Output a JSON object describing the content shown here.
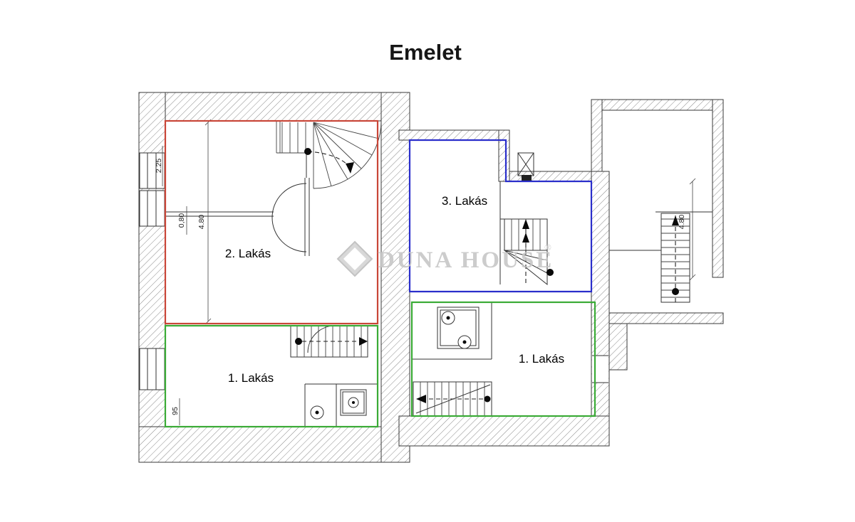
{
  "title": "Emelet",
  "watermark": {
    "text": "Duna House",
    "registered": "®"
  },
  "units": {
    "unit2": {
      "label": "2. Lakás",
      "color": "#c94638"
    },
    "unit3": {
      "label": "3. Lakás",
      "color": "#2a2ecb"
    },
    "unit1_left": {
      "label": "1. Lakás",
      "color": "#3aab36"
    },
    "unit1_right": {
      "label": "1. Lakás",
      "color": "#3aab36"
    }
  },
  "dimensions": {
    "red_height": "4.80",
    "red_width_small": "0,80",
    "left_window": "2.25",
    "bottom_left": "95",
    "right_height": "4.80"
  }
}
